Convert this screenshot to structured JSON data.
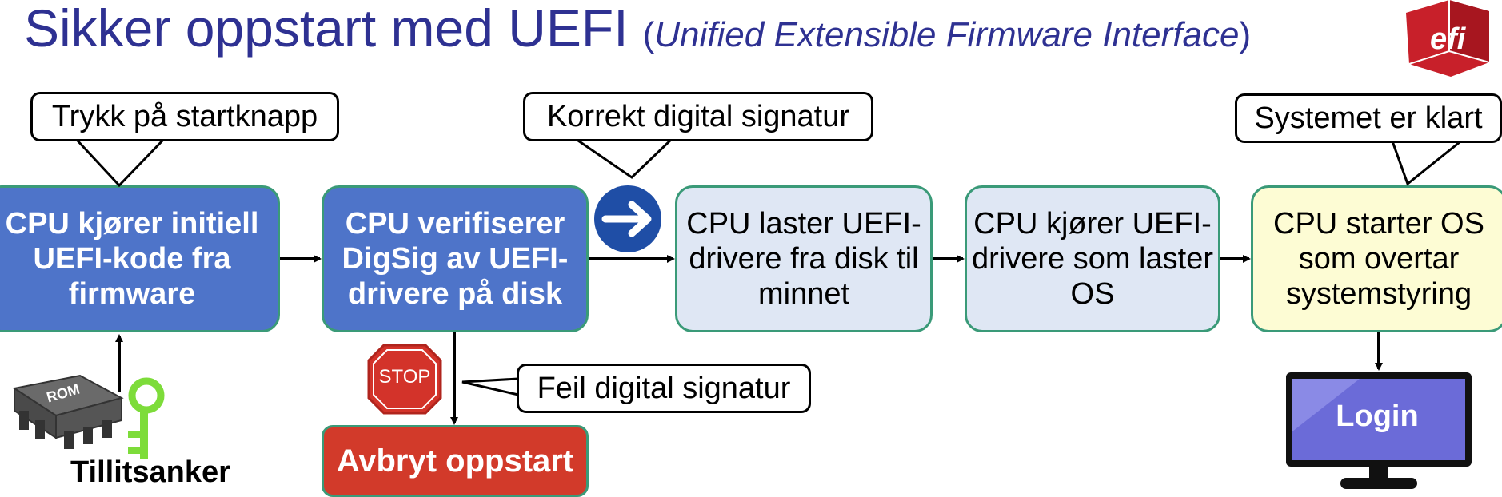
{
  "title": {
    "main": "Sikker oppstart med UEFI",
    "sub_open": "(",
    "sub_italic": "Unified Extensible Firmware Interface",
    "sub_close": ")"
  },
  "logo": {
    "icon": "uefi-logo-cube",
    "color": "#c8202a",
    "letters": "efi"
  },
  "steps": [
    {
      "label": "CPU kjører initiell UEFI-kode fra firmware"
    },
    {
      "label": "CPU verifiserer DigSig av UEFI-drivere på disk"
    },
    {
      "label": "CPU laster UEFI-drivere fra disk til minnet"
    },
    {
      "label": "CPU kjører UEFI-drivere som laster OS"
    },
    {
      "label": "CPU starter OS som overtar systemstyring"
    }
  ],
  "callouts": {
    "power": "Trykk på startknapp",
    "valid_sig": "Korrekt digital signatur",
    "ready": "Systemet er klart",
    "invalid_sig": "Feil digital signatur"
  },
  "abort": {
    "label": "Avbryt oppstart"
  },
  "trust_anchor": {
    "label": "Tillitsanker",
    "chip_label": "ROM",
    "key_color": "#7ddc3a"
  },
  "stop_sign": {
    "label": "STOP",
    "color": "#d3332a"
  },
  "monitor": {
    "label": "Login"
  },
  "colors": {
    "title": "#2e3192",
    "dark_step": "#4e74c9",
    "light_step": "#dfe7f4",
    "final_step": "#fdfcd4",
    "step_border": "#3a9a78",
    "abort": "#d23a2a",
    "arrow_circle": "#1f4ea6"
  }
}
